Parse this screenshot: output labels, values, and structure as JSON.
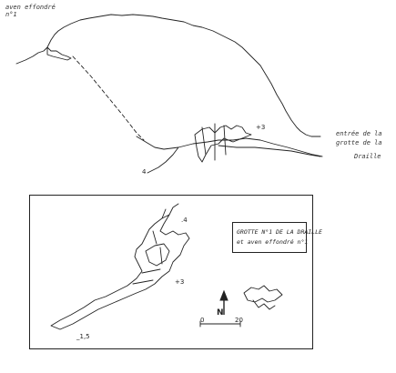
{
  "top_map": {
    "label_aven": [
      "aven effondré",
      "n°1"
    ],
    "label_entree": [
      "entrée de la",
      "grotte de la",
      "Draille"
    ],
    "point_3": "+3",
    "point_4": "4"
  },
  "bottom_map": {
    "title_lines": [
      "GROTTE N°1 DE LA DRAILLE",
      "et aven effondré n°1"
    ],
    "point_4": ".4",
    "point_3": "+3",
    "point_15": "_1,5",
    "scale_start": "0",
    "scale_end": "20",
    "north_label": "N",
    "north_icon": "north-arrow-icon"
  },
  "colors": {
    "ink": "#222222",
    "paper": "#ffffff"
  }
}
